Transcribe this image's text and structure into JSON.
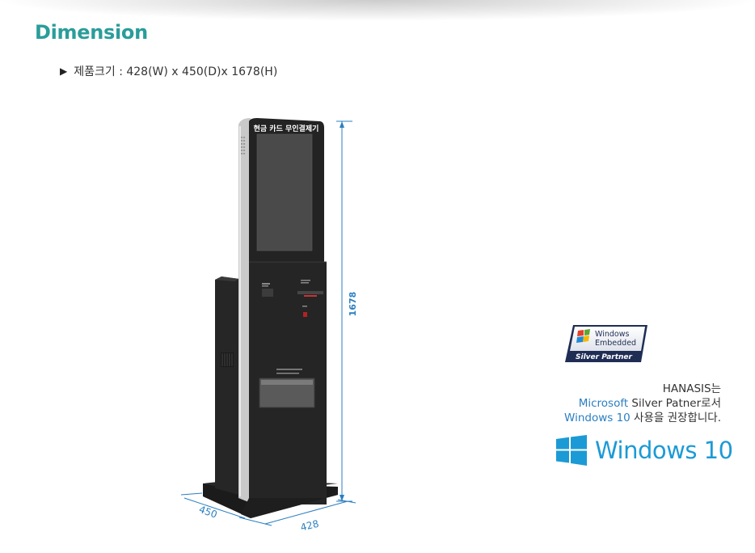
{
  "page": {
    "title": "Dimension",
    "spec_text": "제품크기 : 428(W)  x 450(D)x 1678(H)"
  },
  "kiosk": {
    "header_text": "현금 카드 무인결제기",
    "dim_height": "1678",
    "dim_depth": "450",
    "dim_width": "428"
  },
  "partner_badge": {
    "line1": "Windows",
    "line2": "Embedded",
    "line3": "Silver Partner"
  },
  "notes": {
    "line1": "HANASIS는",
    "line2_blue": "Microsoft",
    "line2_rest": " Silver Patner로서",
    "line3_blue": "Windows 10",
    "line3_rest": " 사용을 권장합니다."
  },
  "windows_logo": {
    "text": "Windows 10"
  },
  "colors": {
    "title": "#2a9d9a",
    "dimension_line": "#2a7fc1",
    "windows_blue": "#1c9ad6"
  }
}
